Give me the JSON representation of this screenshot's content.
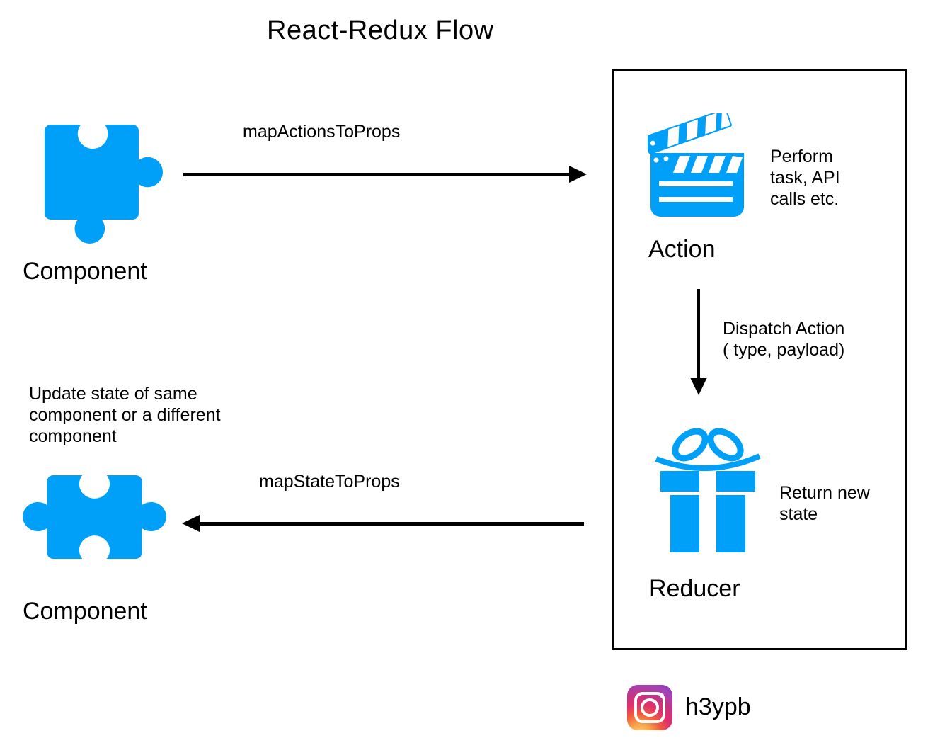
{
  "title": "React-Redux Flow",
  "colors": {
    "accent_blue": "#00A0F9",
    "ink": "#000000",
    "background": "#FFFFFF"
  },
  "nodes": {
    "component_top": {
      "label": "Component",
      "icon": "puzzle-piece-icon"
    },
    "action": {
      "label": "Action",
      "icon": "clapperboard-icon",
      "note": "Perform task, API calls etc."
    },
    "reducer": {
      "label": "Reducer",
      "icon": "gift-icon",
      "note": "Return new state"
    },
    "component_bottom": {
      "label": "Component",
      "icon": "puzzle-piece-icon",
      "note": "Update state of same component or a different component"
    }
  },
  "edges": {
    "map_actions_to_props": {
      "label": "mapActionsToProps",
      "direction": "right"
    },
    "dispatch_action": {
      "label_line1": "Dispatch Action",
      "label_line2": "( type, payload)",
      "direction": "down"
    },
    "map_state_to_props": {
      "label": "mapStateToProps",
      "direction": "left"
    }
  },
  "footer": {
    "icon": "instagram-icon",
    "handle": "h3ypb"
  }
}
